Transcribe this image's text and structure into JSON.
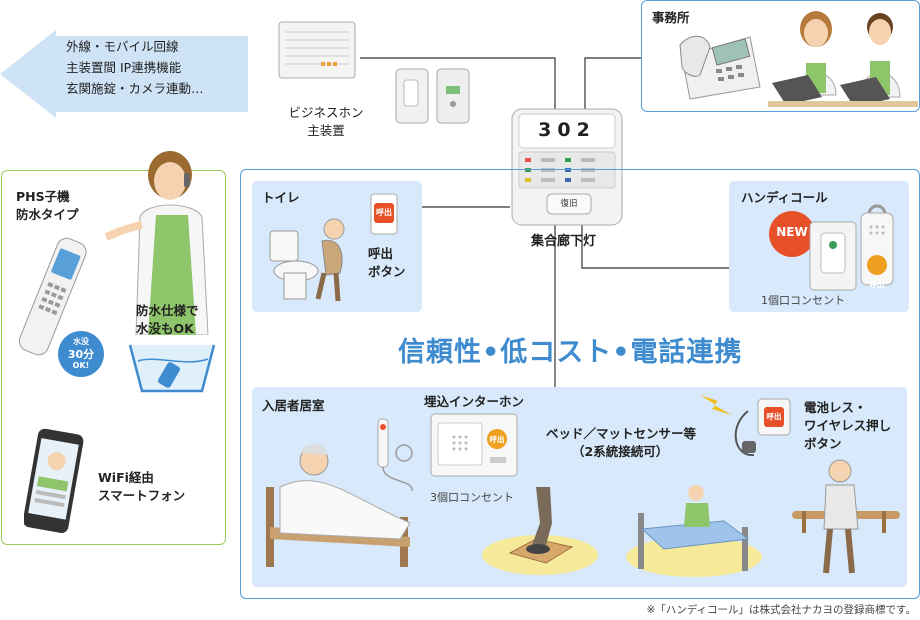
{
  "arrow_box": {
    "line1": "外線・モバイル回線",
    "line2": "主装置間 IP連携機能",
    "line3": "玄関施錠・カメラ連動…"
  },
  "business_phone": {
    "line1": "ビジネスホン",
    "line2": "主装置"
  },
  "office": {
    "title": "事務所"
  },
  "corridor_light": {
    "room_number": "302",
    "reset_label": "復旧",
    "caption": "集合廊下灯"
  },
  "toilet": {
    "title": "トイレ",
    "button_badge": "呼出",
    "caption_line1": "呼出",
    "caption_line2": "ボタン"
  },
  "handy_call": {
    "title": "ハンディコール",
    "new_badge": "NEW",
    "button_badge": "呼出",
    "outlet": "1個口コンセント"
  },
  "headline": "信頼性•低コスト•電話連携",
  "resident_room": {
    "title": "入居者居室"
  },
  "intercom": {
    "title": "埋込インターホン",
    "badge": "呼出",
    "outlet": "3個口コンセント"
  },
  "sensor": {
    "line1": "ベッド／マットセンサー等",
    "line2": "（2系統接続可）"
  },
  "wireless": {
    "badge": "呼出",
    "line1": "電池レス・",
    "line2": "ワイヤレス押し",
    "line3": "ボタン"
  },
  "phs": {
    "line1": "PHS子機",
    "line2": "防水タイプ",
    "waterproof_line1": "防水仕様で",
    "waterproof_line2": "水没もOK",
    "badge_top": "水没",
    "badge_mid": "30分",
    "badge_bot": "OK!"
  },
  "wifi": {
    "line1": "WiFi経由",
    "line2": "スマートフォン"
  },
  "footnote": "※「ハンディコール」は株式会社ナカヨの登録商標です。",
  "colors": {
    "accent_blue": "#3f8bd0",
    "panel_blue": "#d7e9fa",
    "outline_blue": "#5aa0d8",
    "green": "#9ccc5a",
    "call_orange": "#e8502a"
  }
}
